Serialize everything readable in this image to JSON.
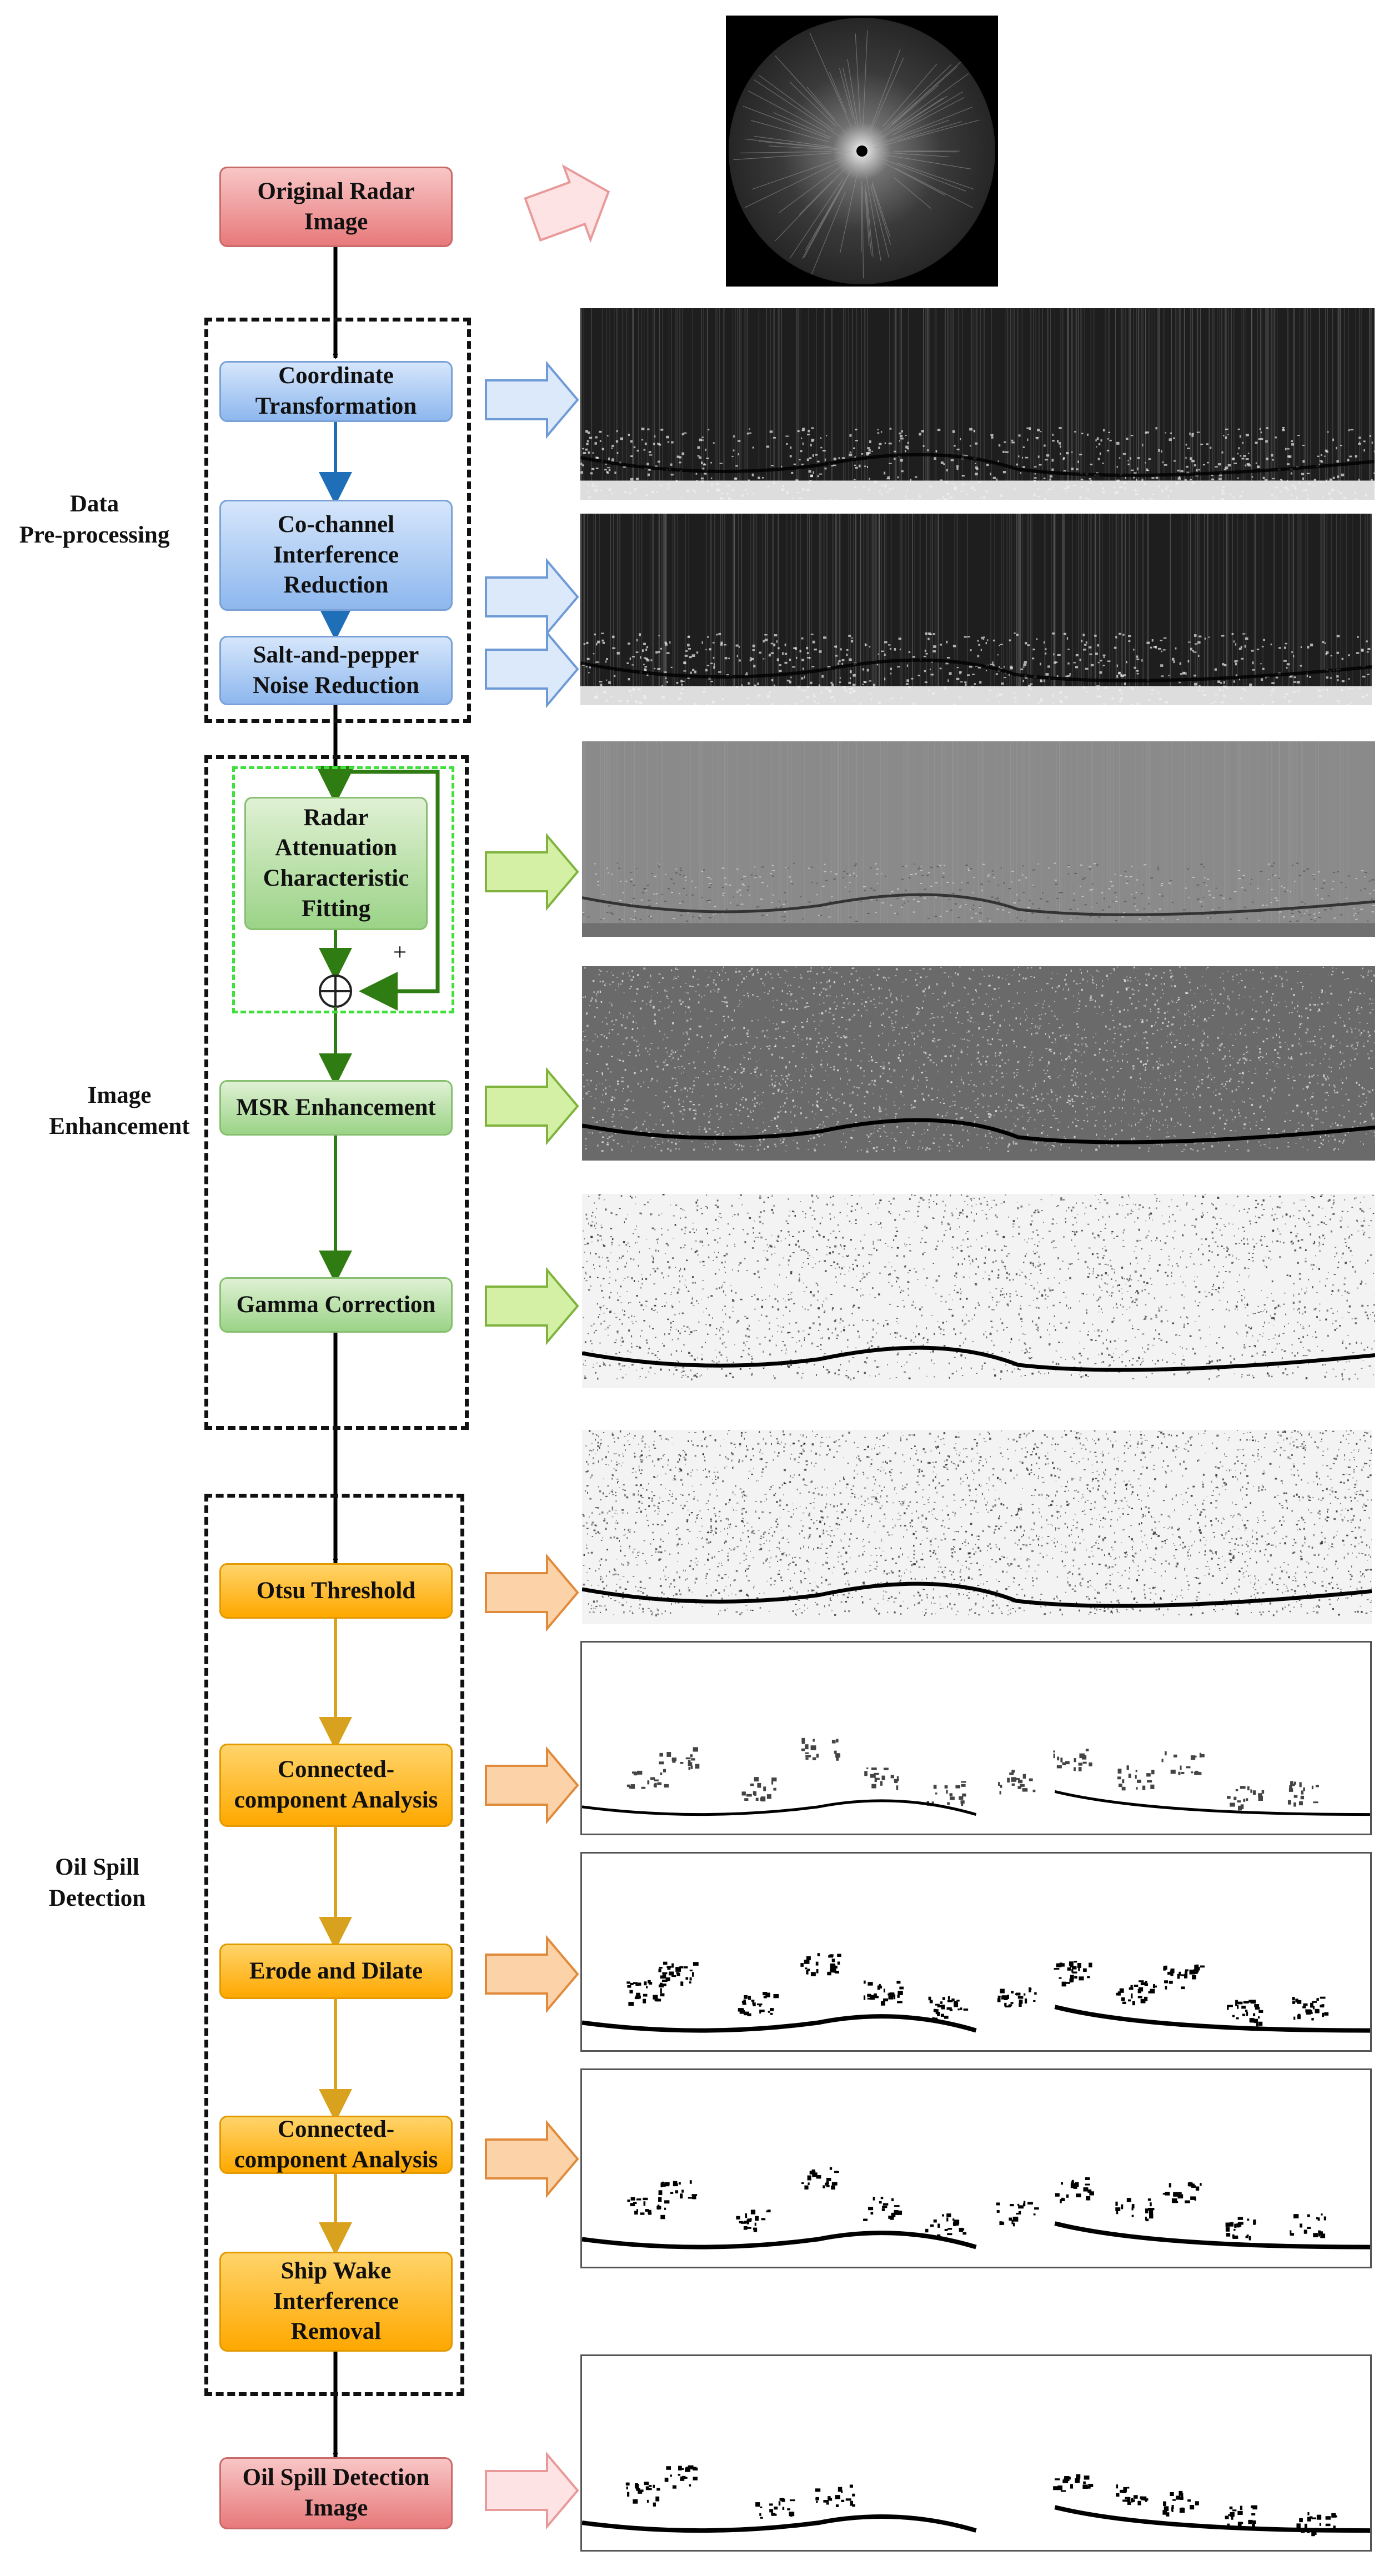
{
  "groups": {
    "preprocessing": "Data\nPre-processing",
    "enhancement": "Image\nEnhancement",
    "detection": "Oil Spill\nDetection"
  },
  "steps": {
    "original": "Original Radar\nImage",
    "coordinate": "Coordinate\nTransformation",
    "cochannel": "Co-channel\nInterference\nReduction",
    "saltpepper": "Salt-and-pepper\nNoise Reduction",
    "attenuation": "Radar\nAttenuation\nCharacteristic\nFitting",
    "msr": "MSR Enhancement",
    "gamma": "Gamma Correction",
    "otsu": "Otsu Threshold",
    "cca1": "Connected-\ncomponent Analysis",
    "erode": "Erode and Dilate",
    "cca2": "Connected-\ncomponent Analysis",
    "shipwake": "Ship Wake\nInterference\nRemoval",
    "output": "Oil Spill Detection\nImage"
  },
  "plus_sign": "+",
  "colors": {
    "red_stage": "#e8797b",
    "blue_stage": "#8db7ee",
    "green_stage": "#9bd387",
    "orange_stage": "#ffa800",
    "blue_arrow": "#1f6fb8",
    "green_arrow": "#2f7d12",
    "orange_arrow": "#d9a21e",
    "dash_green": "#3ee03a"
  }
}
